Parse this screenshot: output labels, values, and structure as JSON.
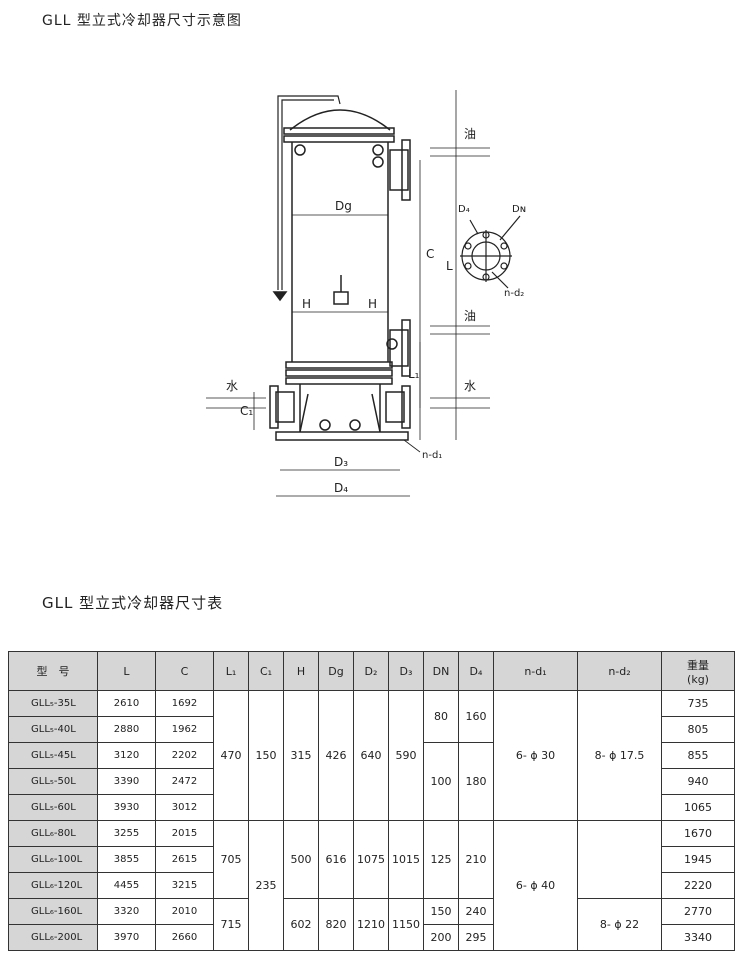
{
  "diagram_title": "GLL 型立式冷却器尺寸示意图",
  "table_title": "GLL 型立式冷却器尺寸表",
  "drawing_labels": {
    "oil_in": "油",
    "oil_out": "油",
    "water_in": "水",
    "water_out": "水",
    "Dg": "Dg",
    "H_left": "H",
    "H_right": "H",
    "C": "C",
    "L": "L",
    "L1": "L₁",
    "C1": "C₁",
    "D3": "D₃",
    "D4": "D₄",
    "D4_detail": "D₄",
    "DN_detail": "Dɴ",
    "nd1": "n-d₁",
    "nd2": "n-d₂"
  },
  "table": {
    "headers": [
      "型　号",
      "L",
      "C",
      "L₁",
      "C₁",
      "H",
      "Dg",
      "D₂",
      "D₃",
      "DN",
      "D₄",
      "n-d₁",
      "n-d₂",
      "重量\n(kg)"
    ],
    "models": [
      "GLL₅-35L",
      "GLL₅-40L",
      "GLL₅-45L",
      "GLL₅-50L",
      "GLL₅-60L",
      "GLL₆-80L",
      "GLL₆-100L",
      "GLL₆-120L",
      "GLL₆-160L",
      "GLL₆-200L"
    ],
    "L": [
      "2610",
      "2880",
      "3120",
      "3390",
      "3930",
      "3255",
      "3855",
      "4455",
      "3320",
      "3970"
    ],
    "C": [
      "1692",
      "1962",
      "2202",
      "2472",
      "3012",
      "2015",
      "2615",
      "3215",
      "2010",
      "2660"
    ],
    "weight": [
      "735",
      "805",
      "855",
      "940",
      "1065",
      "1670",
      "1945",
      "2220",
      "2770",
      "3340"
    ],
    "group5": {
      "L1": "470",
      "C1": "150",
      "H": "315",
      "Dg": "426",
      "D2": "640",
      "D3": "590",
      "DN_a": "80",
      "D4_a": "160",
      "DN_b": "100",
      "D4_b": "180",
      "nd1": "6- ϕ 30",
      "nd2": "8- ϕ 17.5"
    },
    "group6": {
      "L1_a": "705",
      "L1_b": "715",
      "C1": "235",
      "H_a": "500",
      "Dg_a": "616",
      "D2_a": "1075",
      "D3_a": "1015",
      "H_b": "602",
      "Dg_b": "820",
      "D2_b": "1210",
      "D3_b": "1150",
      "DN_a": "125",
      "D4_a": "210",
      "DN_b": "150",
      "D4_b": "240",
      "DN_c": "200",
      "D4_c": "295",
      "nd1": "6- ϕ 40",
      "nd2": "8- ϕ 22"
    }
  }
}
